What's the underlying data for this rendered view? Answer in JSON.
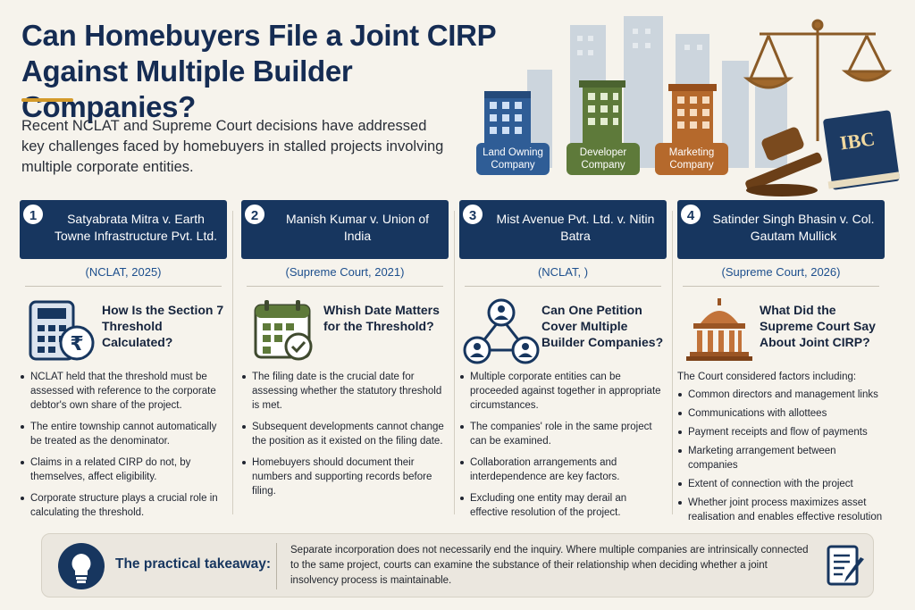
{
  "header": {
    "title": "Can Homebuyers File a Joint CIRP Against Multiple Builder Companies?",
    "intro": "Recent NCLAT and Supreme Court decisions have addressed key challenges faced by homebuyers in stalled projects involving multiple corporate entities."
  },
  "hero": {
    "companies": [
      "Land Owning Company",
      "Developer Company",
      "Marketing Company"
    ],
    "book_label": "IBC"
  },
  "cases": [
    {
      "number": "1",
      "name": "Satyabrata Mitra v. Earth Towne Infrastructure Pvt. Ltd.",
      "citation": "(NCLAT, 2025)",
      "question": "How Is the Section 7 Threshold Calculated?",
      "icon": "calculator-rupee-icon",
      "points": [
        "NCLAT held that the threshold must be assessed with reference to the corporate debtor's own share of the project.",
        "The entire township cannot automatically be treated as the denominator.",
        "Claims in a related CIRP do not, by themselves, affect eligibility.",
        "Corporate structure plays a crucial role in calculating the threshold."
      ]
    },
    {
      "number": "2",
      "name": "Manish Kumar v. Union of India",
      "citation": "(Supreme Court, 2021)",
      "question": "Whish Date Matters for the Threshold?",
      "icon": "calendar-check-icon",
      "points": [
        "The filing date is the crucial date for assessing whether the statutory threshold is met.",
        "Subsequent developments cannot change the position as it existed on the filing date.",
        "Homebuyers should document their numbers and supporting records before filing."
      ]
    },
    {
      "number": "3",
      "name": "Mist Avenue Pvt. Ltd. v. Nitin Batra",
      "citation": "(NCLAT, )",
      "question": "Can One Petition Cover Multiple Builder Companies?",
      "icon": "network-people-icon",
      "points": [
        "Multiple corporate entities can be proceeded against together in appropriate circumstances.",
        "The companies' role in the same project can be examined.",
        "Collaboration arrangements and interdependence are key factors.",
        "Excluding one entity may derail an effective resolution of the project."
      ]
    },
    {
      "number": "4",
      "name": "Satinder Singh Bhasin v. Col. Gautam Mullick",
      "citation": "(Supreme Court, 2026)",
      "question": "What Did the Supreme Court Say About Joint CIRP?",
      "icon": "supreme-court-building-icon",
      "intro": "The Court considered factors including:",
      "points": [
        "Common directors and management links",
        "Communications with allottees",
        "Payment receipts and flow of payments",
        "Marketing arrangement between companies",
        "Extent of connection with the project",
        "Whether joint process maximizes asset realisation and enables effective resolution"
      ]
    }
  ],
  "takeaway": {
    "label": "The practical takeaway:",
    "text": "Separate incorporation does not necessarily end the inquiry. Where multiple companies are intrinsically connected to the same project, courts can examine the substance of their relationship when deciding whether a joint insolvency process is maintainable."
  },
  "colors": {
    "navy": "#17365f",
    "accent": "#d49a2a",
    "citation_blue": "#1d4f8d",
    "land_company": "#2f5d96",
    "developer_company": "#5e7a3a",
    "marketing_company": "#b5692c"
  }
}
